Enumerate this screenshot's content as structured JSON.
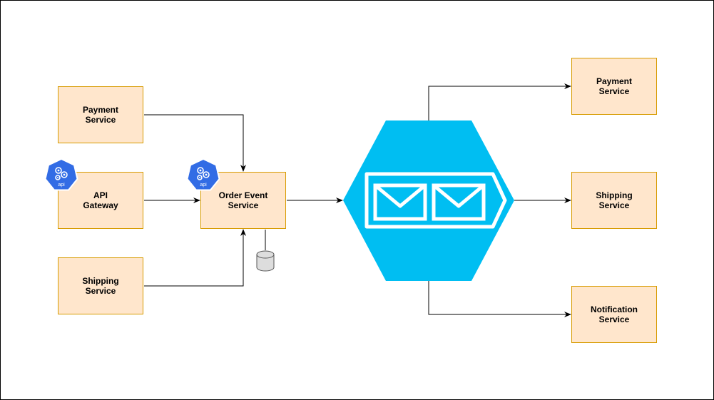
{
  "nodes": {
    "payment_left": "Payment\nService",
    "api_gateway": "API\nGateway",
    "shipping_left": "Shipping\nService",
    "order_event": "Order Event\nService",
    "payment_right": "Payment\nService",
    "shipping_right": "Shipping\nService",
    "notification": "Notification\nService"
  },
  "badges": {
    "api_label": "api"
  },
  "colors": {
    "service_fill": "#ffe6cc",
    "service_stroke": "#d79b00",
    "queue_fill": "#00bef2",
    "k8s_blue": "#326ce5",
    "db_fill": "#dddddd"
  }
}
